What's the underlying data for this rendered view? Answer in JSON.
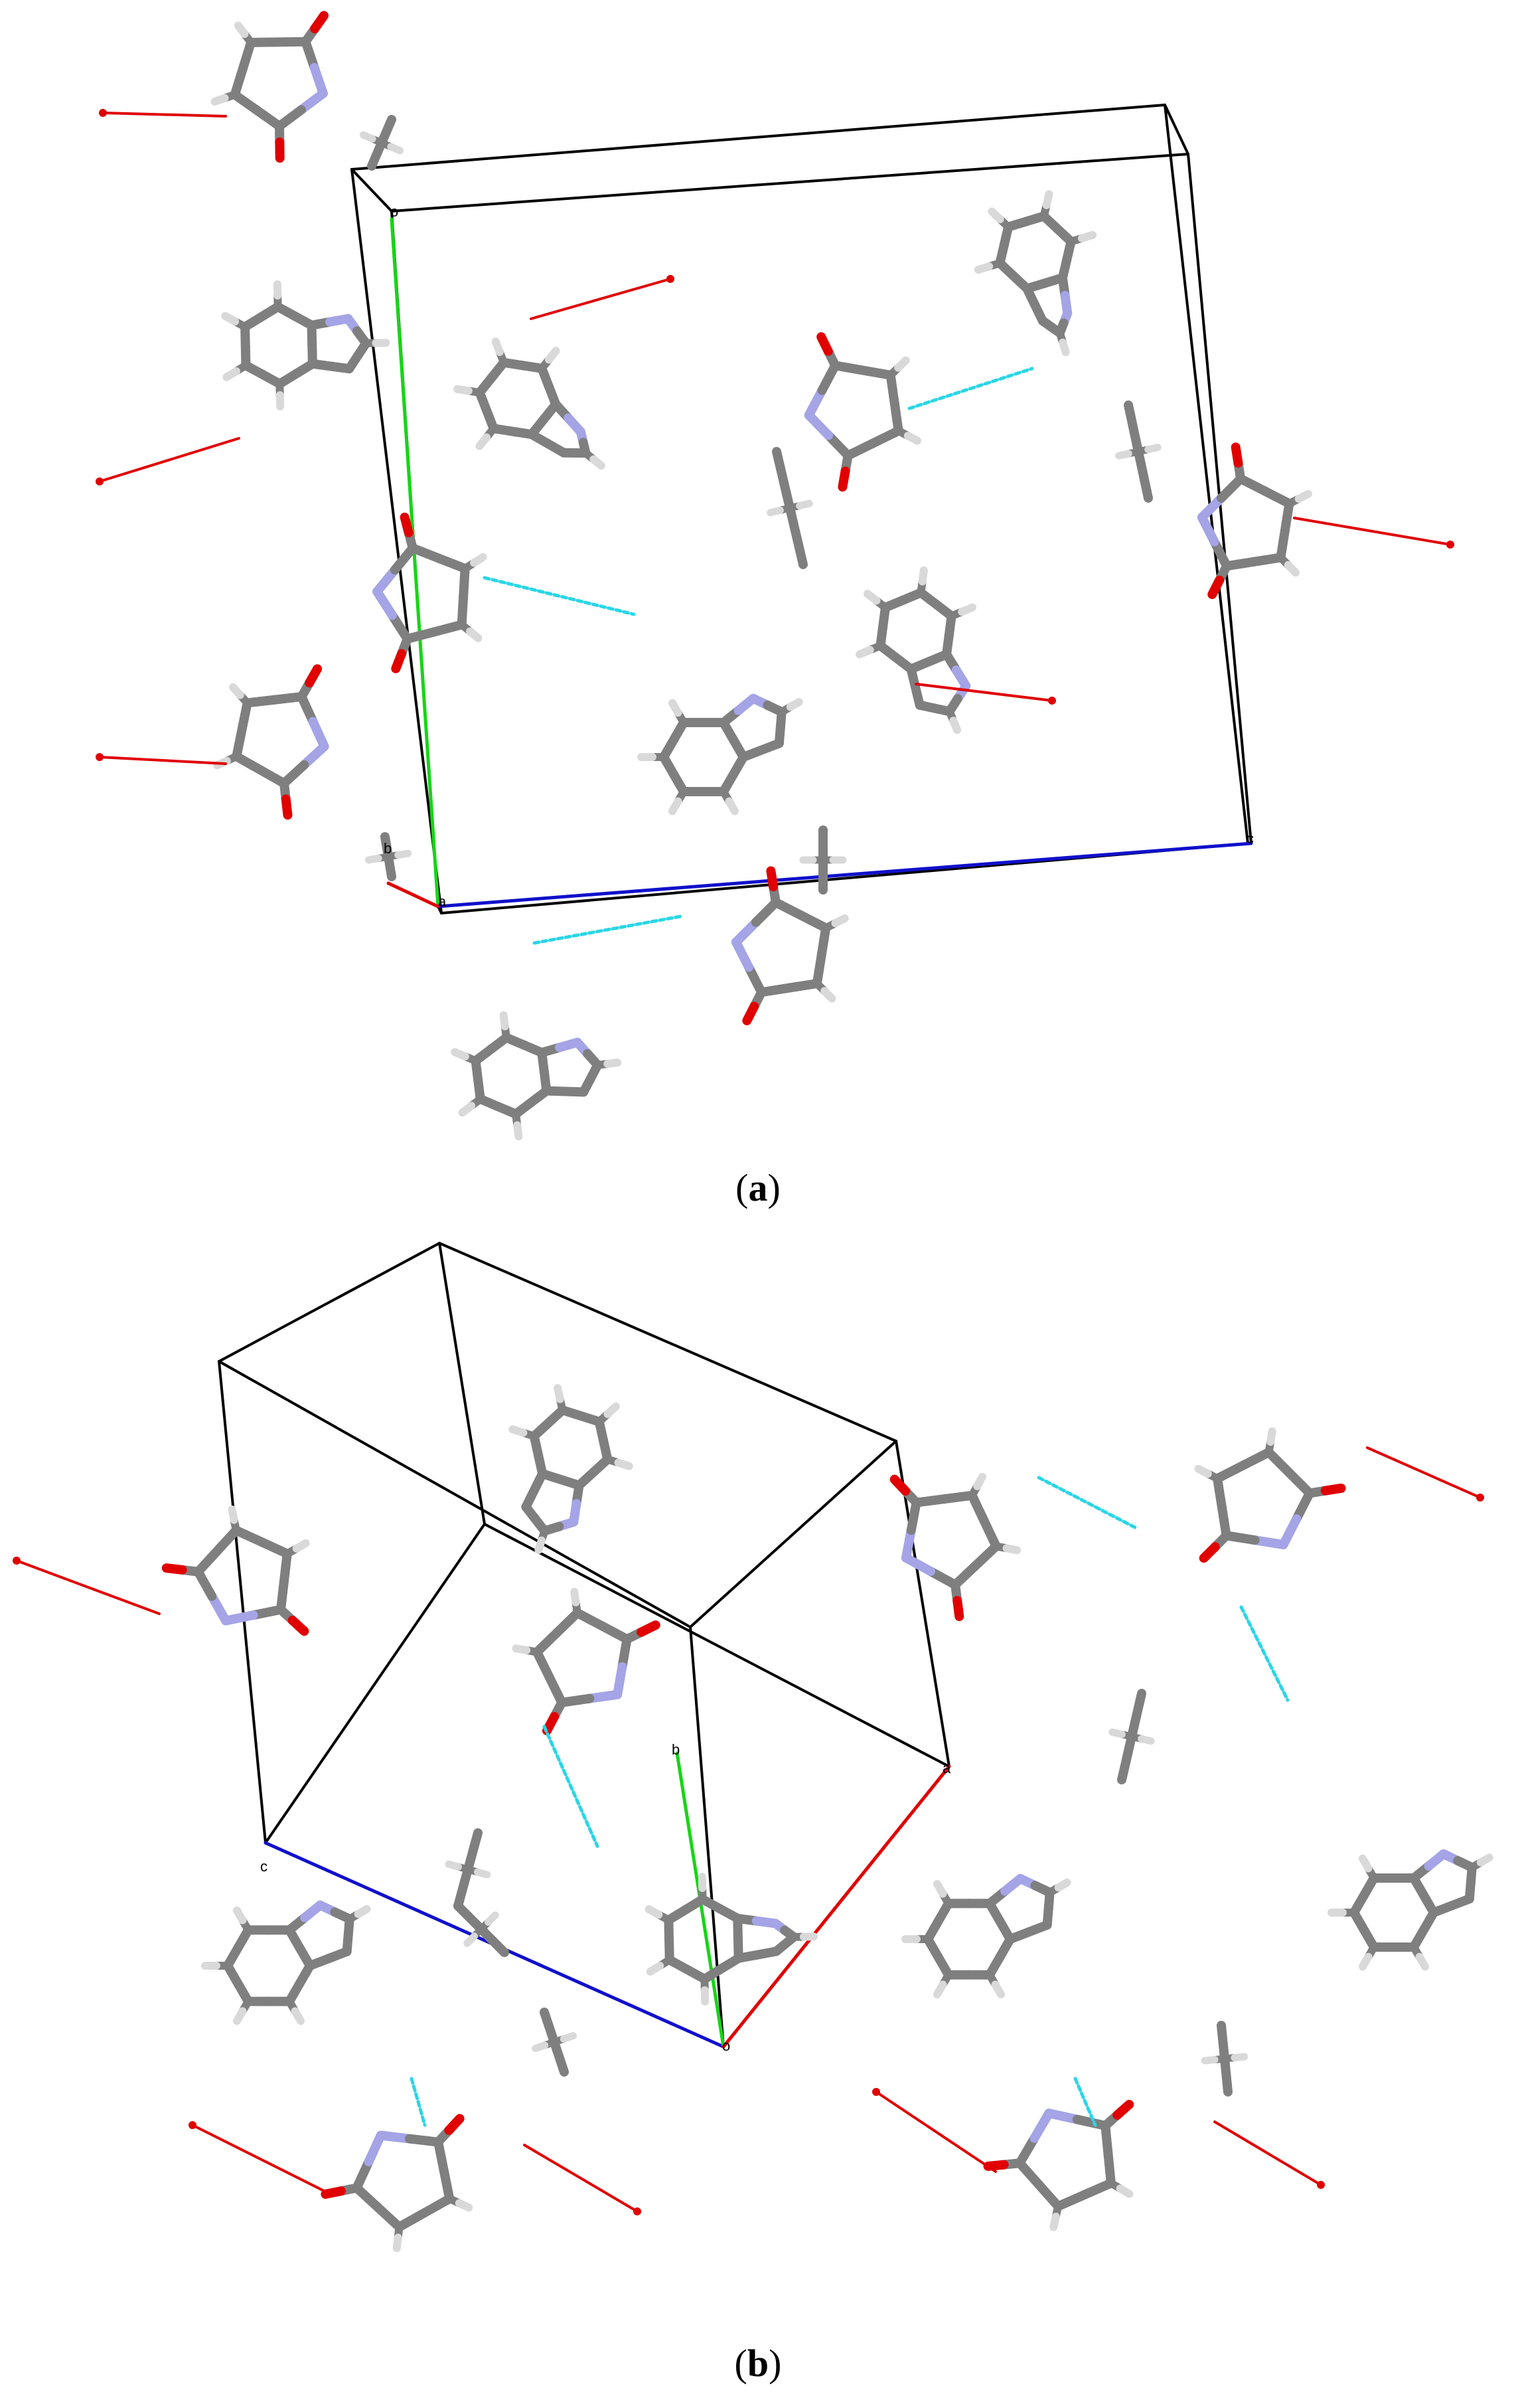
{
  "panels": [
    {
      "caption_open": "(",
      "caption_letter": "a",
      "caption_close": ")",
      "axis_labels": [
        "o",
        "a",
        "b",
        "c"
      ]
    },
    {
      "caption_open": "(",
      "caption_letter": "b",
      "caption_close": ")",
      "axis_labels": [
        "o",
        "a",
        "b",
        "c"
      ]
    }
  ],
  "colors": {
    "carbon": "#7f7f7f",
    "hydrogen": "#d9d9d9",
    "nitrogen": "#a4a4e6",
    "oxygen": "#e00000",
    "hbond": "#2ad6e6",
    "cell_edge": "#000000",
    "axis_a": "#e00000",
    "axis_b": "#16d616",
    "axis_c": "#1010cc",
    "background": "#ffffff"
  }
}
